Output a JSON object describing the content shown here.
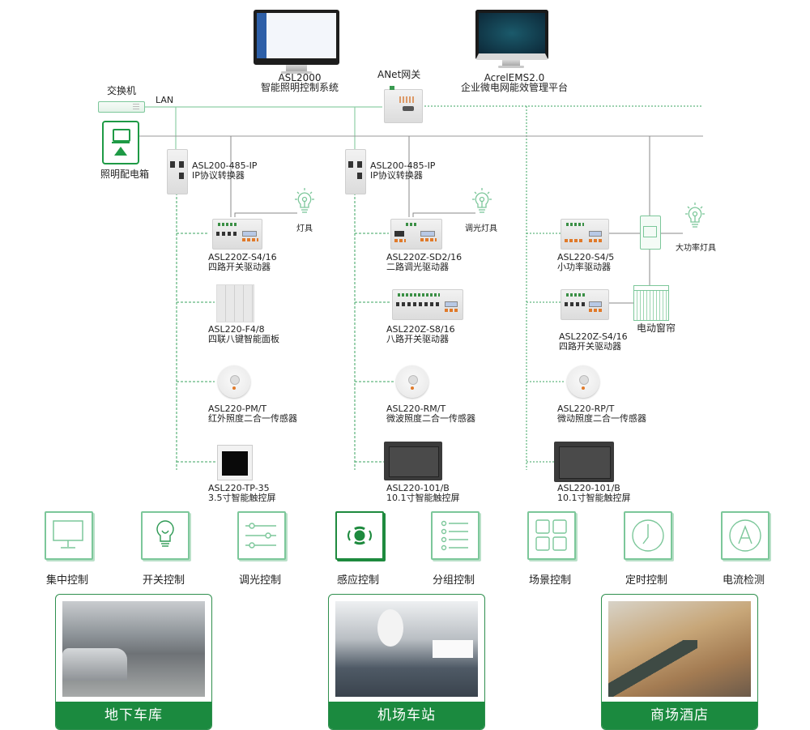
{
  "colors": {
    "accent": "#1b8a3f",
    "light_green": "#7cc79a",
    "wire_gray": "#888888"
  },
  "top": {
    "switch_label": "交换机",
    "lan_label": "LAN",
    "software1": {
      "name": "ASL2000",
      "desc": "智能照明控制系统"
    },
    "gateway_label": "ANet网关",
    "software2": {
      "name": "AcrelEMS2.0",
      "desc": "企业微电网能效管理平台"
    },
    "distribution_box_label": "照明配电箱"
  },
  "columns": [
    {
      "converter": {
        "model": "ASL200-485-IP",
        "desc": "IP协议转换器"
      },
      "devices": [
        {
          "model": "ASL220Z-S4/16",
          "desc": "四路开关驱动器"
        },
        {
          "model": "ASL220-F4/8",
          "desc": "四联八键智能面板"
        },
        {
          "model": "ASL220-PM/T",
          "desc": "红外照度二合一传感器"
        },
        {
          "model": "ASL220-TP-35",
          "desc": "3.5寸智能触控屏"
        }
      ],
      "lamp_label": "灯具"
    },
    {
      "converter": {
        "model": "ASL200-485-IP",
        "desc": "IP协议转换器"
      },
      "devices": [
        {
          "model": "ASL220Z-SD2/16",
          "desc": "二路调光驱动器"
        },
        {
          "model": "ASL220Z-S8/16",
          "desc": "八路开关驱动器"
        },
        {
          "model": "ASL220-RM/T",
          "desc": "微波照度二合一传感器"
        },
        {
          "model": "ASL220-101/B",
          "desc": "10.1寸智能触控屏"
        }
      ],
      "lamp_label": "调光灯具"
    },
    {
      "devices": [
        {
          "model": "ASL220-S4/5",
          "desc": "小功率驱动器"
        },
        {
          "model": "ASL220Z-S4/16",
          "desc": "四路开关驱动器"
        },
        {
          "model": "ASL220-RP/T",
          "desc": "微动照度二合一传感器"
        },
        {
          "model": "ASL220-101/B",
          "desc": "10.1寸智能触控屏"
        }
      ],
      "lamp_label": "大功率灯具",
      "curtain_label": "电动窗帘"
    }
  ],
  "features": [
    {
      "label": "集中控制",
      "icon": "monitor-icon"
    },
    {
      "label": "开关控制",
      "icon": "bulb-icon"
    },
    {
      "label": "调光控制",
      "icon": "sliders-icon"
    },
    {
      "label": "感应控制",
      "icon": "sensor-icon"
    },
    {
      "label": "分组控制",
      "icon": "list-icon"
    },
    {
      "label": "场景控制",
      "icon": "grid-icon"
    },
    {
      "label": "定时控制",
      "icon": "clock-icon"
    },
    {
      "label": "电流检测",
      "icon": "ammeter-icon"
    }
  ],
  "scenes": [
    {
      "label": "地下车库"
    },
    {
      "label": "机场车站"
    },
    {
      "label": "商场酒店"
    }
  ]
}
